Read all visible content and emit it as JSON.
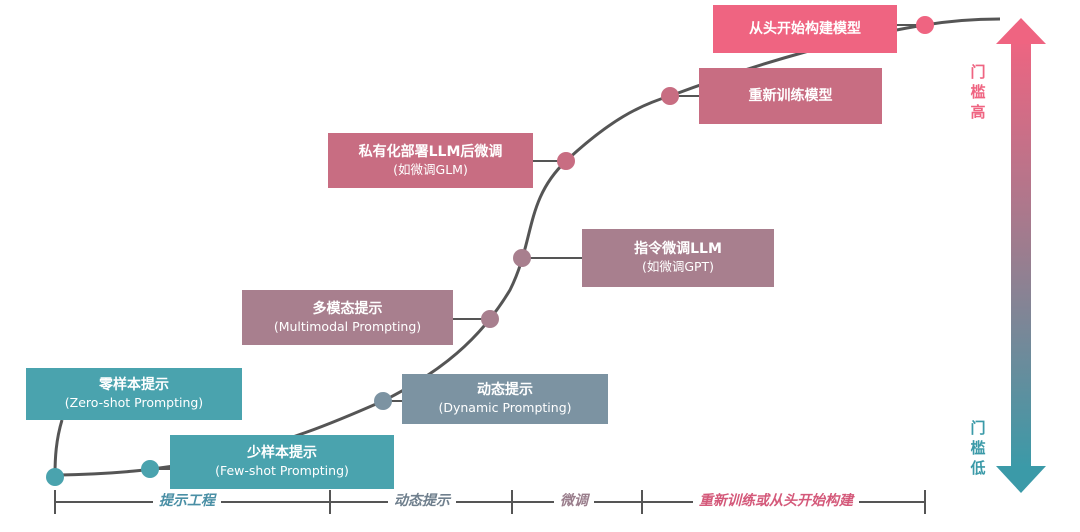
{
  "nodes": [
    {
      "id": "zero-shot",
      "title": "零样本提示",
      "subtitle": "(Zero-shot Prompting)"
    },
    {
      "id": "few-shot",
      "title": "少样本提示",
      "subtitle": "(Few-shot Prompting)"
    },
    {
      "id": "dynamic",
      "title": "动态提示",
      "subtitle": "(Dynamic Prompting)"
    },
    {
      "id": "multimodal",
      "title": "多模态提示",
      "subtitle": "(Multimodal Prompting)"
    },
    {
      "id": "instruction-ft",
      "title": "指令微调LLM",
      "subtitle": "(如微调GPT)"
    },
    {
      "id": "private-deploy",
      "title": "私有化部署LLM后微调",
      "subtitle": "(如微调GLM)"
    },
    {
      "id": "retrain",
      "title": "重新训练模型",
      "subtitle": ""
    },
    {
      "id": "scratch",
      "title": "从头开始构建模型",
      "subtitle": ""
    }
  ],
  "stages": [
    "提示工程",
    "动态提示",
    "微调",
    "重新训练或从头开始构建"
  ],
  "threshold": {
    "high_chars": [
      "门",
      "槛",
      "高"
    ],
    "low_chars": [
      "门",
      "槛",
      "低"
    ]
  },
  "colors": {
    "teal": "#4aa3ae",
    "slate": "#7c93a2",
    "mauve": "#a87f8e",
    "rose": "#c86d82",
    "pink": "#ef6481",
    "curve": "#555555",
    "stage_teal": "#4a8fa5",
    "stage_slate": "#6f7f8d",
    "stage_mauve": "#9a7e8c",
    "stage_rose": "#d4597a"
  }
}
